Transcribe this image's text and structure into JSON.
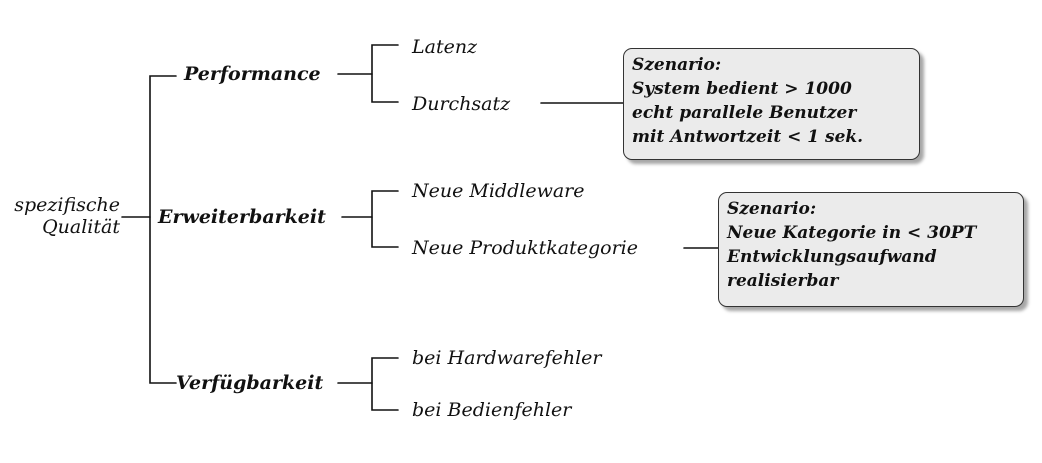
{
  "root": {
    "line1": "spezifische",
    "line2": "Qualität"
  },
  "attributes": [
    {
      "label": "Performance",
      "children": [
        "Latenz",
        "Durchsatz"
      ]
    },
    {
      "label": "Erweiterbarkeit",
      "children": [
        "Neue Middleware",
        "Neue Produktkategorie"
      ]
    },
    {
      "label": "Verfügbarkeit",
      "children": [
        "bei Hardwarefehler",
        "bei Bedienfehler"
      ]
    }
  ],
  "scenarios": [
    {
      "lines": [
        "Szenario:",
        "System bedient > 1000",
        "echt parallele Benutzer",
        "mit Antwortzeit < 1 sek."
      ]
    },
    {
      "lines": [
        "Szenario:",
        "Neue Kategorie in < 30PT",
        "Entwicklungsaufwand",
        "realisierbar"
      ]
    }
  ]
}
